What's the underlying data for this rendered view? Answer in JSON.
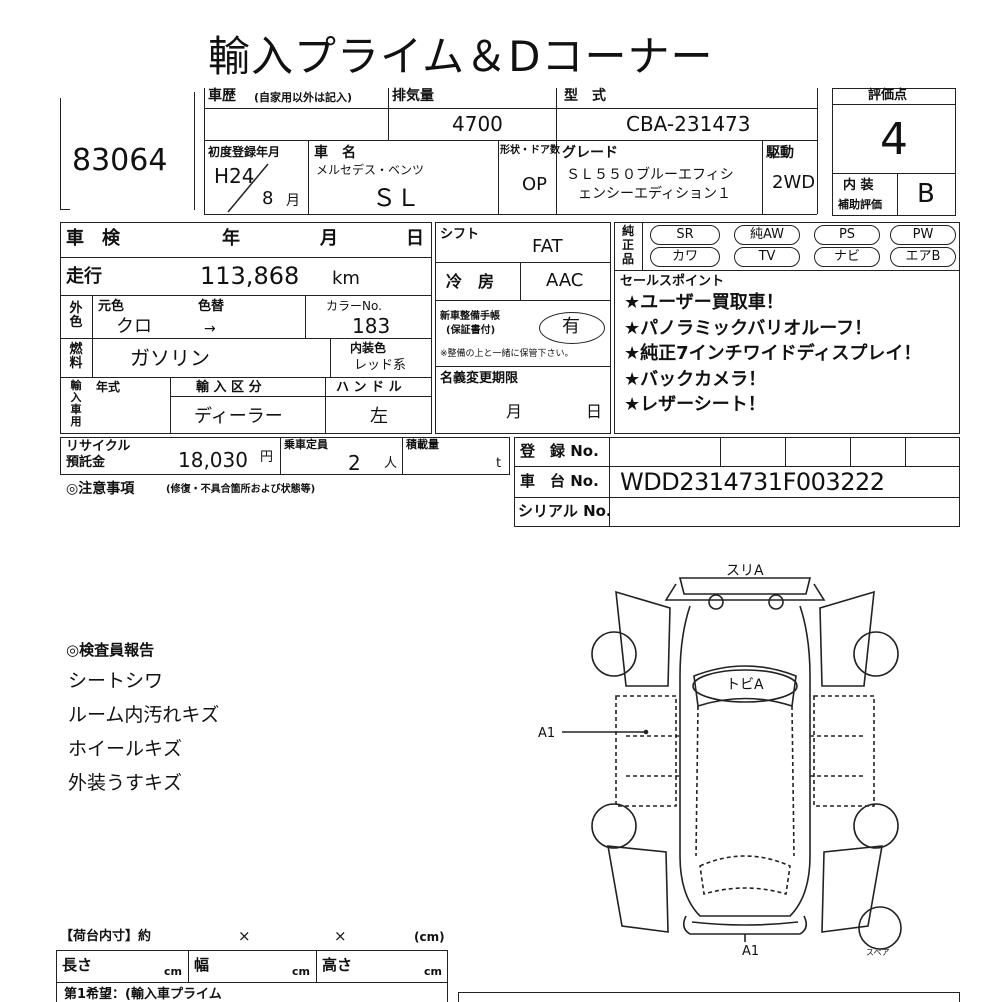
{
  "title": "輸入プライム＆Dコーナー",
  "lot_number": "83064",
  "history": {
    "label": "車歴",
    "note": "(自家用以外は記入)"
  },
  "displacement": {
    "label": "排気量",
    "value": "4700"
  },
  "model_code": {
    "label": "型　式",
    "value": "CBA-231473"
  },
  "score": {
    "label": "評価点",
    "value": "4"
  },
  "interior_score": {
    "label_1": "内 装",
    "label_2": "補助評価",
    "value": "B"
  },
  "first_registration": {
    "label": "初度登録年月",
    "era": "H24",
    "month": "8",
    "month_unit": "月"
  },
  "car_name": {
    "label": "車　名",
    "maker": "メルセデス・ベンツ",
    "name": "ＳＬ"
  },
  "door": {
    "label": "形状・ドア数",
    "value": "OP"
  },
  "grade": {
    "label": "グレード",
    "value_1": "ＳＬ５５０ブルーエフィシ",
    "value_2": "ェンシーエディション１"
  },
  "drive": {
    "label": "駆動",
    "value": "2WD"
  },
  "inspection": {
    "label": "車　検",
    "year": "年",
    "month": "月",
    "day": "日"
  },
  "shift": {
    "label": "シフト",
    "value": "FAT"
  },
  "equipment": {
    "label": "純正品",
    "items": [
      "SR",
      "純AW",
      "PS",
      "PW",
      "カワ",
      "TV",
      "ナビ",
      "エアB"
    ]
  },
  "mileage": {
    "label": "走行",
    "value": "113,868",
    "unit": "km"
  },
  "aircon": {
    "label": "冷　房",
    "value": "AAC"
  },
  "sales_points": {
    "label": "セールスポイント",
    "items": [
      "★ユーザー買取車！",
      "★パノラミックバリオルーフ！",
      "★純正7インチワイドディスプレイ！",
      "★バックカメラ！",
      "★レザーシート！"
    ]
  },
  "color": {
    "side_label": "外色",
    "original_label": "元色",
    "changed_label": "色替",
    "original": "クロ",
    "arrow": "→",
    "code_label": "カラーNo.",
    "code": "183",
    "interior_label": "内装色",
    "interior": "レッド系"
  },
  "maintenance_record": {
    "label_1": "新車整備手帳",
    "label_2": "(保証書付)",
    "value": "有",
    "note": "※整備の上と一緒に保管下さい。"
  },
  "fuel": {
    "label": "燃料",
    "value": "ガソリン"
  },
  "import": {
    "side_label": "輸入車用",
    "year_label": "年式",
    "type_label": "輸 入 区 分",
    "type": "ディーラー",
    "handle_label": "ハ ン ド ル",
    "handle": "左"
  },
  "name_change": {
    "label": "名義変更期限",
    "month": "月",
    "day": "日"
  },
  "recycle": {
    "label_1": "リサイクル",
    "label_2": "預託金",
    "value": "18,030",
    "unit": "円"
  },
  "capacity": {
    "label": "乗車定員",
    "value": "2",
    "unit": "人"
  },
  "load": {
    "label": "積載量",
    "unit": "t"
  },
  "registration_no": {
    "label": "登　録 No."
  },
  "chassis_no": {
    "label": "車　台 No.",
    "value": "WDD2314731F003222"
  },
  "serial_no": {
    "label": "シリアル No."
  },
  "caution": {
    "label": "◎注意事項",
    "note": "(修復・不具合箇所および状態等)"
  },
  "inspector_report": {
    "label": "◎検査員報告",
    "items": [
      "シートシワ",
      "ルーム内汚れキズ",
      "ホイールキズ",
      "外装うすキズ"
    ]
  },
  "diagram": {
    "rear_note": "スリA",
    "roof_note": "トビA",
    "side_note": "A1",
    "front_note": "A1",
    "spare_label": "スペア"
  },
  "cargo": {
    "label": "【荷台内寸】約",
    "x1": "×",
    "x2": "×",
    "unit": "(cm)",
    "length_label": "長さ",
    "width_label": "幅",
    "height_label": "高さ",
    "cm": "cm",
    "bottom_text": "第1希望：(輸入車プライム"
  }
}
